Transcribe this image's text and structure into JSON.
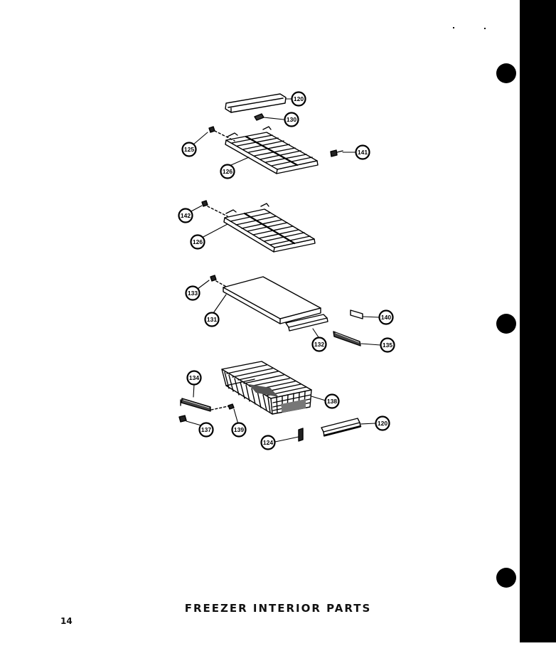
{
  "title": "FREEZER INTERIOR PARTS",
  "page_number": "14",
  "callouts": [
    {
      "id": "c120a",
      "label": "120"
    },
    {
      "id": "c130",
      "label": "130"
    },
    {
      "id": "c125",
      "label": "125"
    },
    {
      "id": "c141",
      "label": "141"
    },
    {
      "id": "c126a",
      "label": "126"
    },
    {
      "id": "c142",
      "label": "142"
    },
    {
      "id": "c126b",
      "label": "126"
    },
    {
      "id": "c133",
      "label": "133"
    },
    {
      "id": "c131",
      "label": "131"
    },
    {
      "id": "c140",
      "label": "140"
    },
    {
      "id": "c132",
      "label": "132"
    },
    {
      "id": "c135",
      "label": "135"
    },
    {
      "id": "c134",
      "label": "134"
    },
    {
      "id": "c138",
      "label": "138"
    },
    {
      "id": "c137",
      "label": "137"
    },
    {
      "id": "c139",
      "label": "139"
    },
    {
      "id": "c124",
      "label": "124"
    },
    {
      "id": "c120b",
      "label": "120"
    }
  ]
}
